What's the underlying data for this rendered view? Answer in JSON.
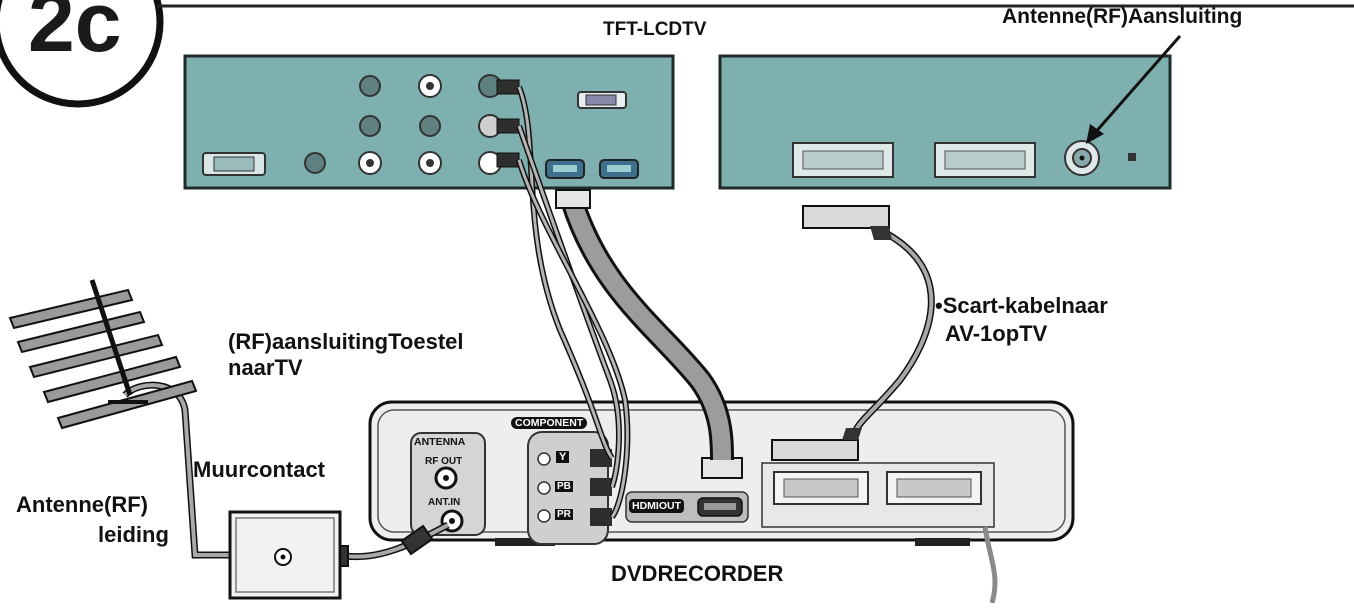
{
  "step": "2c",
  "labels": {
    "tv_title": "TFT-LCDTV",
    "antenna_connection": "Antenne(RF)Aansluiting",
    "rf_line1": "(RF)aansluitingToestel",
    "rf_line2": "naarTV",
    "scart_line1": "•Scart-kabelnaar",
    "scart_line2": "AV-1opTV",
    "wall_socket": "Muurcontact",
    "antenna_cable_line1": "Antenne(RF)",
    "antenna_cable_line2": "leiding",
    "recorder_title": "DVDRECORDER"
  },
  "panel_labels": {
    "antenna": "ANTENNA",
    "rf_out": "RF OUT",
    "ant_in": "ANT.IN",
    "component": "COMPONENT",
    "y": "Y",
    "pb": "PB",
    "pr": "PR",
    "hdmi_out": "HDMIOUT"
  },
  "colors": {
    "tv_panel": "#7fb0b0",
    "tv_panel_edge": "#1f2a2a",
    "recorder_body": "#eeeeee",
    "cable": "#a8a8a8",
    "text": "#111111"
  }
}
